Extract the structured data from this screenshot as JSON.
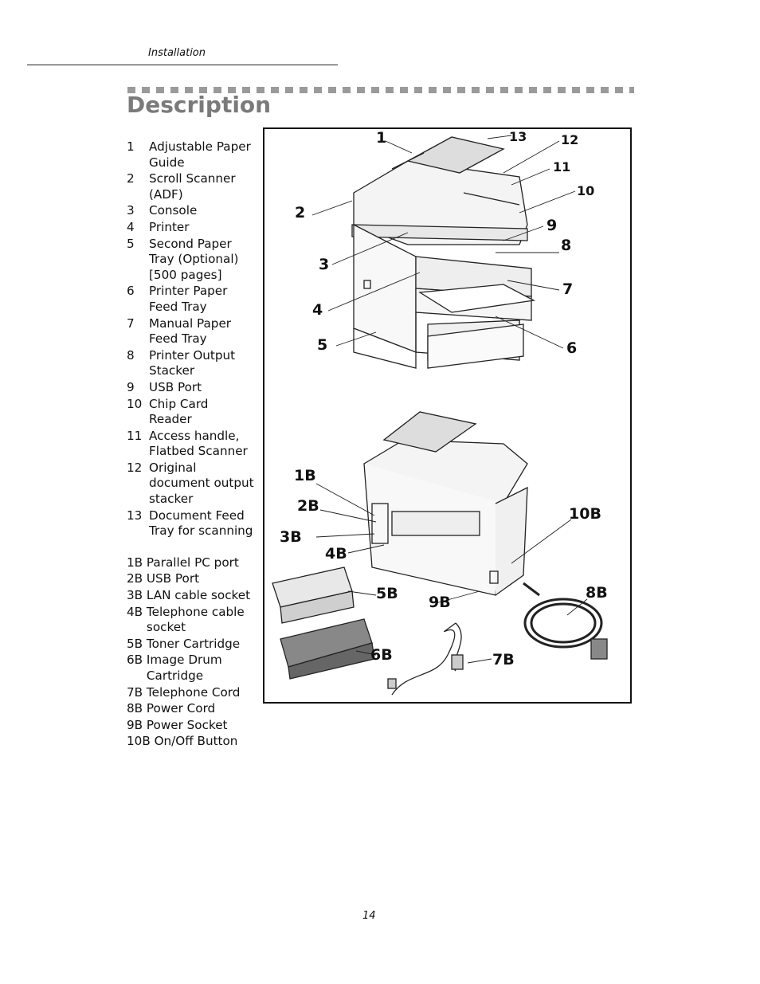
{
  "header": {
    "running_title": "Installation"
  },
  "section": {
    "title": "Description"
  },
  "legend_a": [
    {
      "num": "1",
      "text": "Adjustable Paper Guide"
    },
    {
      "num": "2",
      "text": "Scroll Scanner (ADF)"
    },
    {
      "num": "3",
      "text": "Console"
    },
    {
      "num": "4",
      "text": "Printer"
    },
    {
      "num": "5",
      "text": "Second Paper Tray (Optional) [500 pages]"
    },
    {
      "num": "6",
      "text": "Printer Paper Feed Tray"
    },
    {
      "num": "7",
      "text": "Manual Paper Feed Tray"
    },
    {
      "num": "8",
      "text": "Printer Output Stacker"
    },
    {
      "num": "9",
      "text": "USB Port"
    },
    {
      "num": "10",
      "text": "Chip Card Reader"
    },
    {
      "num": "11",
      "text": "Access handle, Flatbed Scanner"
    },
    {
      "num": "12",
      "text": "Original document output stacker"
    },
    {
      "num": "13",
      "text": "Document Feed Tray for scanning"
    }
  ],
  "legend_b": [
    {
      "num": "1B",
      "text": "Parallel PC port"
    },
    {
      "num": "2B",
      "text": "USB Port"
    },
    {
      "num": "3B",
      "text": "LAN cable socket"
    },
    {
      "num": "4B",
      "text": "Telephone cable socket"
    },
    {
      "num": "5B",
      "text": "Toner Cartridge"
    },
    {
      "num": "6B",
      "text": "Image Drum Cartridge"
    },
    {
      "num": "7B",
      "text": "Telephone Cord"
    },
    {
      "num": "8B",
      "text": "Power Cord"
    },
    {
      "num": "9B",
      "text": "Power Socket"
    },
    {
      "num": "10B",
      "text": "On/Off Button"
    }
  ],
  "figure": {
    "callouts": [
      "1",
      "13",
      "12",
      "11",
      "10",
      "2",
      "9",
      "8",
      "3",
      "7",
      "4",
      "5",
      "6",
      "1B",
      "2B",
      "10B",
      "3B",
      "4B",
      "5B",
      "9B",
      "8B",
      "6B",
      "7B"
    ]
  },
  "footer": {
    "page_number": "14"
  }
}
